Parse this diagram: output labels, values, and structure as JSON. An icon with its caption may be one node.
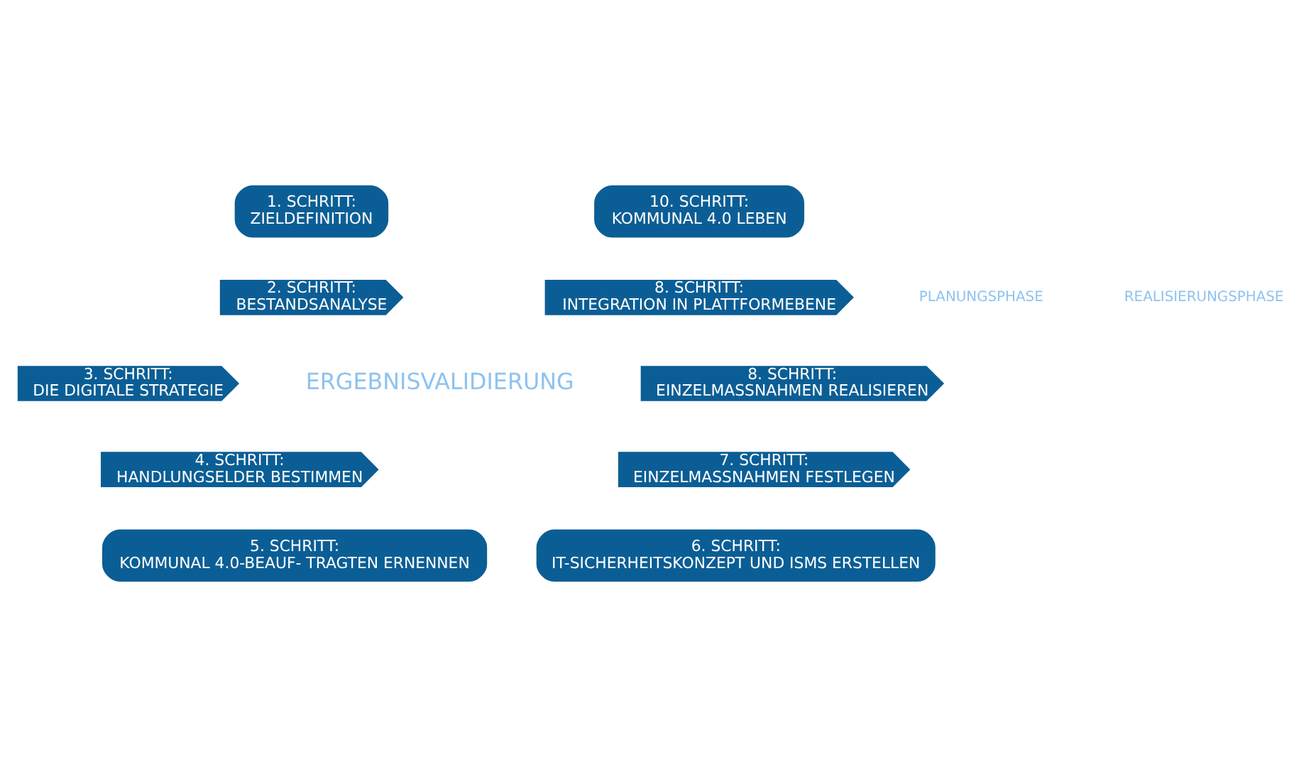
{
  "diagram": {
    "nodes": [
      {
        "text": [
          "1. SCHRITT:",
          "ZIELDEFINITION"
        ]
      },
      {
        "text": [
          "2. SCHRITT:",
          "BESTANDSANALYSE"
        ]
      },
      {
        "text": [
          "3. SCHRITT:",
          "DIE DIGITALE STRATEGIE"
        ]
      },
      {
        "text": [
          "4. SCHRITT:",
          "HANDLUNGSELDER BESTIMMEN"
        ]
      },
      {
        "text": [
          "5. SCHRITT:",
          "KOMMUNAL 4.0-BEAUF- TRAGTEN ERNENNEN"
        ]
      },
      {
        "text": [
          "6. SCHRITT:",
          "IT-SICHERHEITSKONZEPT UND ISMS ERSTELLEN"
        ]
      },
      {
        "text": [
          "7. SCHRITT:",
          "EINZELMASSNAHMEN FESTLEGEN"
        ]
      },
      {
        "text": [
          "8. SCHRITT:",
          "EINZELMASSNAHMEN REALISIEREN"
        ]
      },
      {
        "text": [
          "8. SCHRITT:",
          "INTEGRATION IN PLATTFORMEBENE"
        ]
      },
      {
        "text": [
          "10. SCHRITT:",
          "KOMMUNAL 4.0 LEBEN"
        ]
      }
    ],
    "edges": [],
    "labels": [
      "ERGEBNISVALIDIERUNG",
      "PLANUNGSPHASE",
      "REALISIERUNGSPHASE"
    ]
  }
}
